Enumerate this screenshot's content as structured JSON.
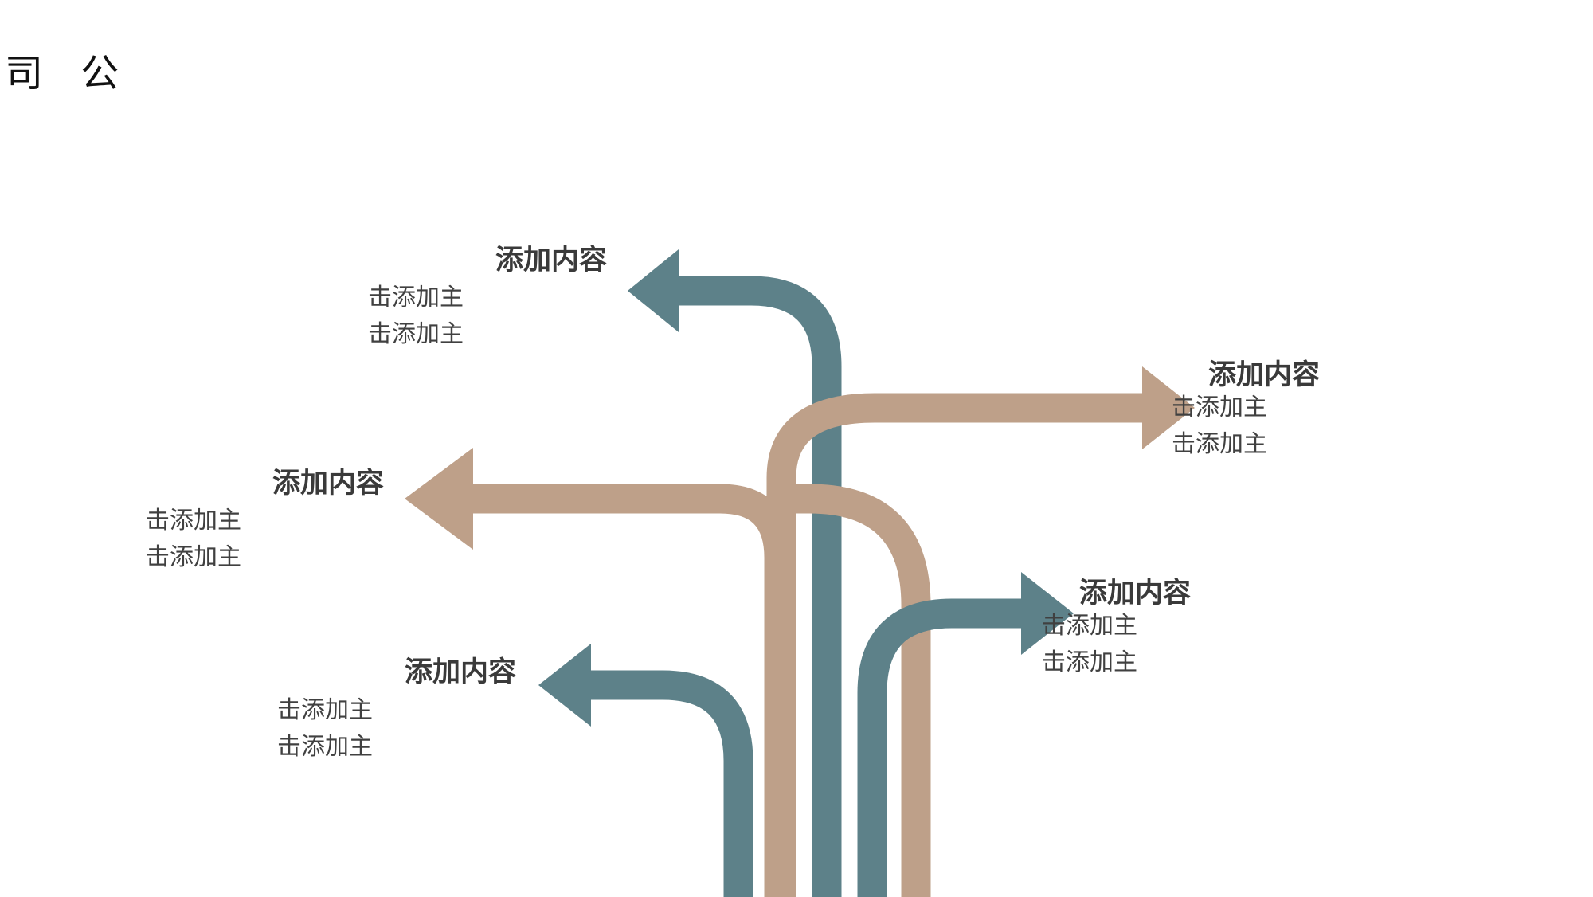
{
  "company": "司 公",
  "colors": {
    "teal": "#5d8189",
    "tan": "#bea089",
    "text": "#404040"
  },
  "blocks": [
    {
      "heading": "添加内容",
      "lines": [
        "击添加主",
        "击添加主"
      ],
      "arrow": "teal"
    },
    {
      "heading": "添加内容",
      "lines": [
        "击添加主",
        "击添加主"
      ],
      "arrow": "tan"
    },
    {
      "heading": "添加内容",
      "lines": [
        "击添加主",
        "击添加主"
      ],
      "arrow": "tan"
    },
    {
      "heading": "添加内容",
      "lines": [
        "击添加主",
        "击添加主"
      ],
      "arrow": "teal"
    },
    {
      "heading": "添加内容",
      "lines": [
        "击添加主",
        "击添加主"
      ],
      "arrow": "teal"
    }
  ]
}
